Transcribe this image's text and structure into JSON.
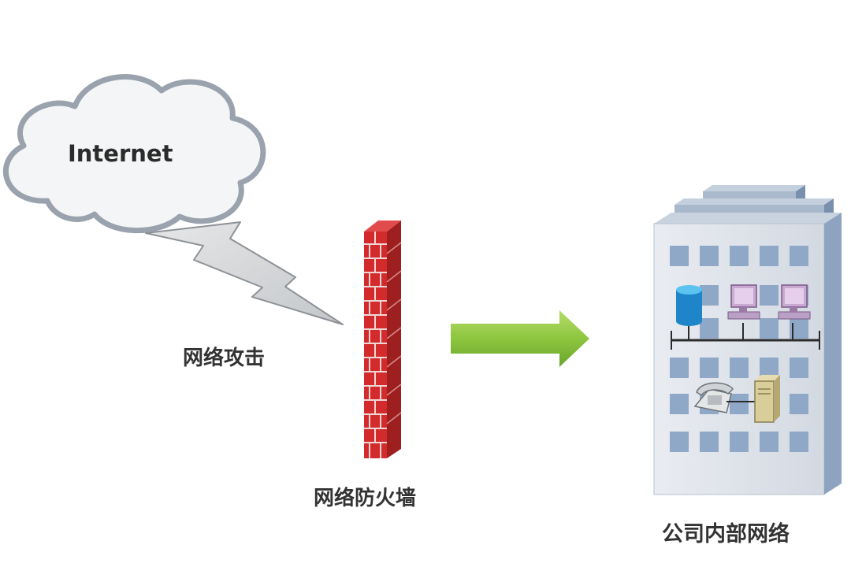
{
  "labels": {
    "cloud": "Internet",
    "attack": "网络攻击",
    "firewall": "网络防火墙",
    "internal_network": "公司内部网络"
  },
  "colors": {
    "cloud_fill": "#f4f5f6",
    "cloud_stroke": "#9aa3ad",
    "bolt_fill": "#d6d8da",
    "brick_red": "#d32b2b",
    "mortar": "#f1d6d6",
    "arrow_green": "#8dc63f",
    "building_front": "#dfe3ea",
    "building_side": "#8ea3bf",
    "window": "#8fa8c8"
  },
  "icons": [
    "cloud-icon",
    "lightning-bolt-icon",
    "brick-wall-icon",
    "right-arrow-icon",
    "office-building-icon",
    "database-icon",
    "computer-icon",
    "telephone-icon",
    "server-tower-icon"
  ]
}
